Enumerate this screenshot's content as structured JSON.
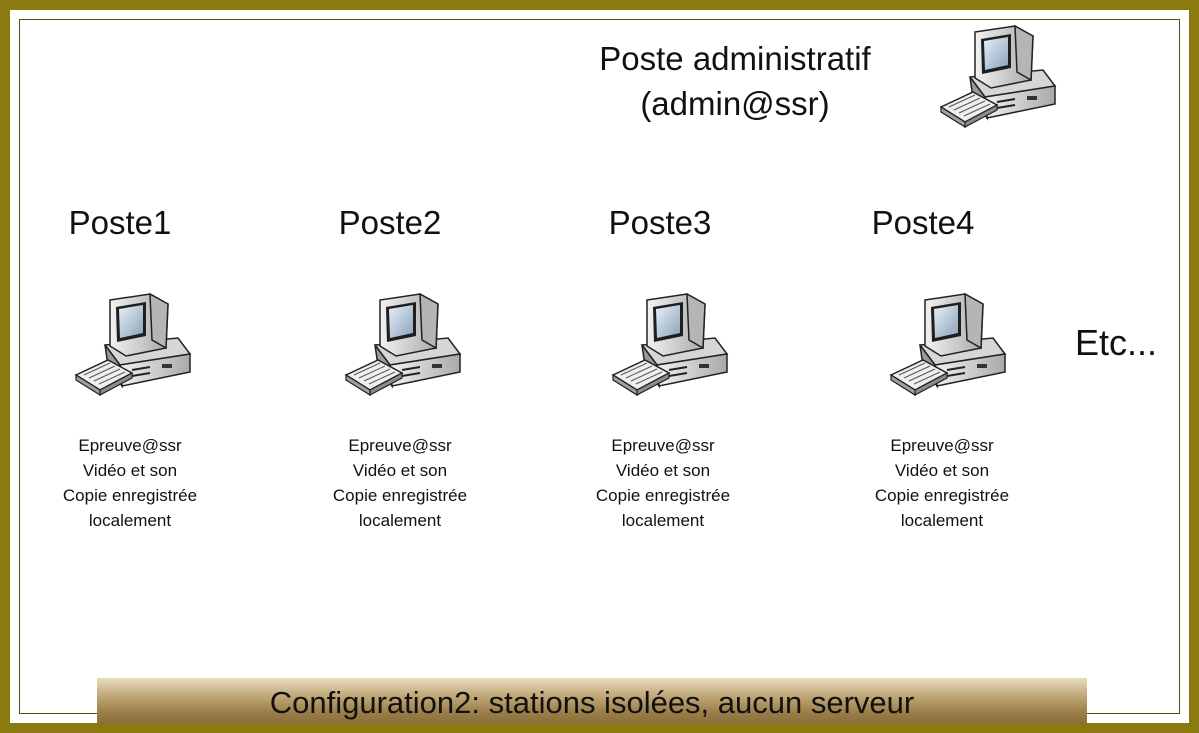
{
  "admin": {
    "line1": "Poste administratif",
    "line2": "(admin@ssr)"
  },
  "stations": [
    {
      "title": "Poste1",
      "line1": "Epreuve@ssr",
      "line2": "Vidéo et son",
      "line3": "Copie enregistrée",
      "line4": "localement"
    },
    {
      "title": "Poste2",
      "line1": "Epreuve@ssr",
      "line2": "Vidéo et son",
      "line3": "Copie enregistrée",
      "line4": "localement"
    },
    {
      "title": "Poste3",
      "line1": "Epreuve@ssr",
      "line2": "Vidéo et son",
      "line3": "Copie enregistrée",
      "line4": "localement"
    },
    {
      "title": "Poste4",
      "line1": "Epreuve@ssr",
      "line2": "Vidéo et son",
      "line3": "Copie enregistrée",
      "line4": "localement"
    }
  ],
  "etc": "Etc...",
  "banner": "Configuration2: stations isolées, aucun serveur",
  "colors": {
    "frame": "#8b7a10",
    "banner": "#b39a68"
  },
  "icons": {
    "computer": "computer-icon"
  }
}
